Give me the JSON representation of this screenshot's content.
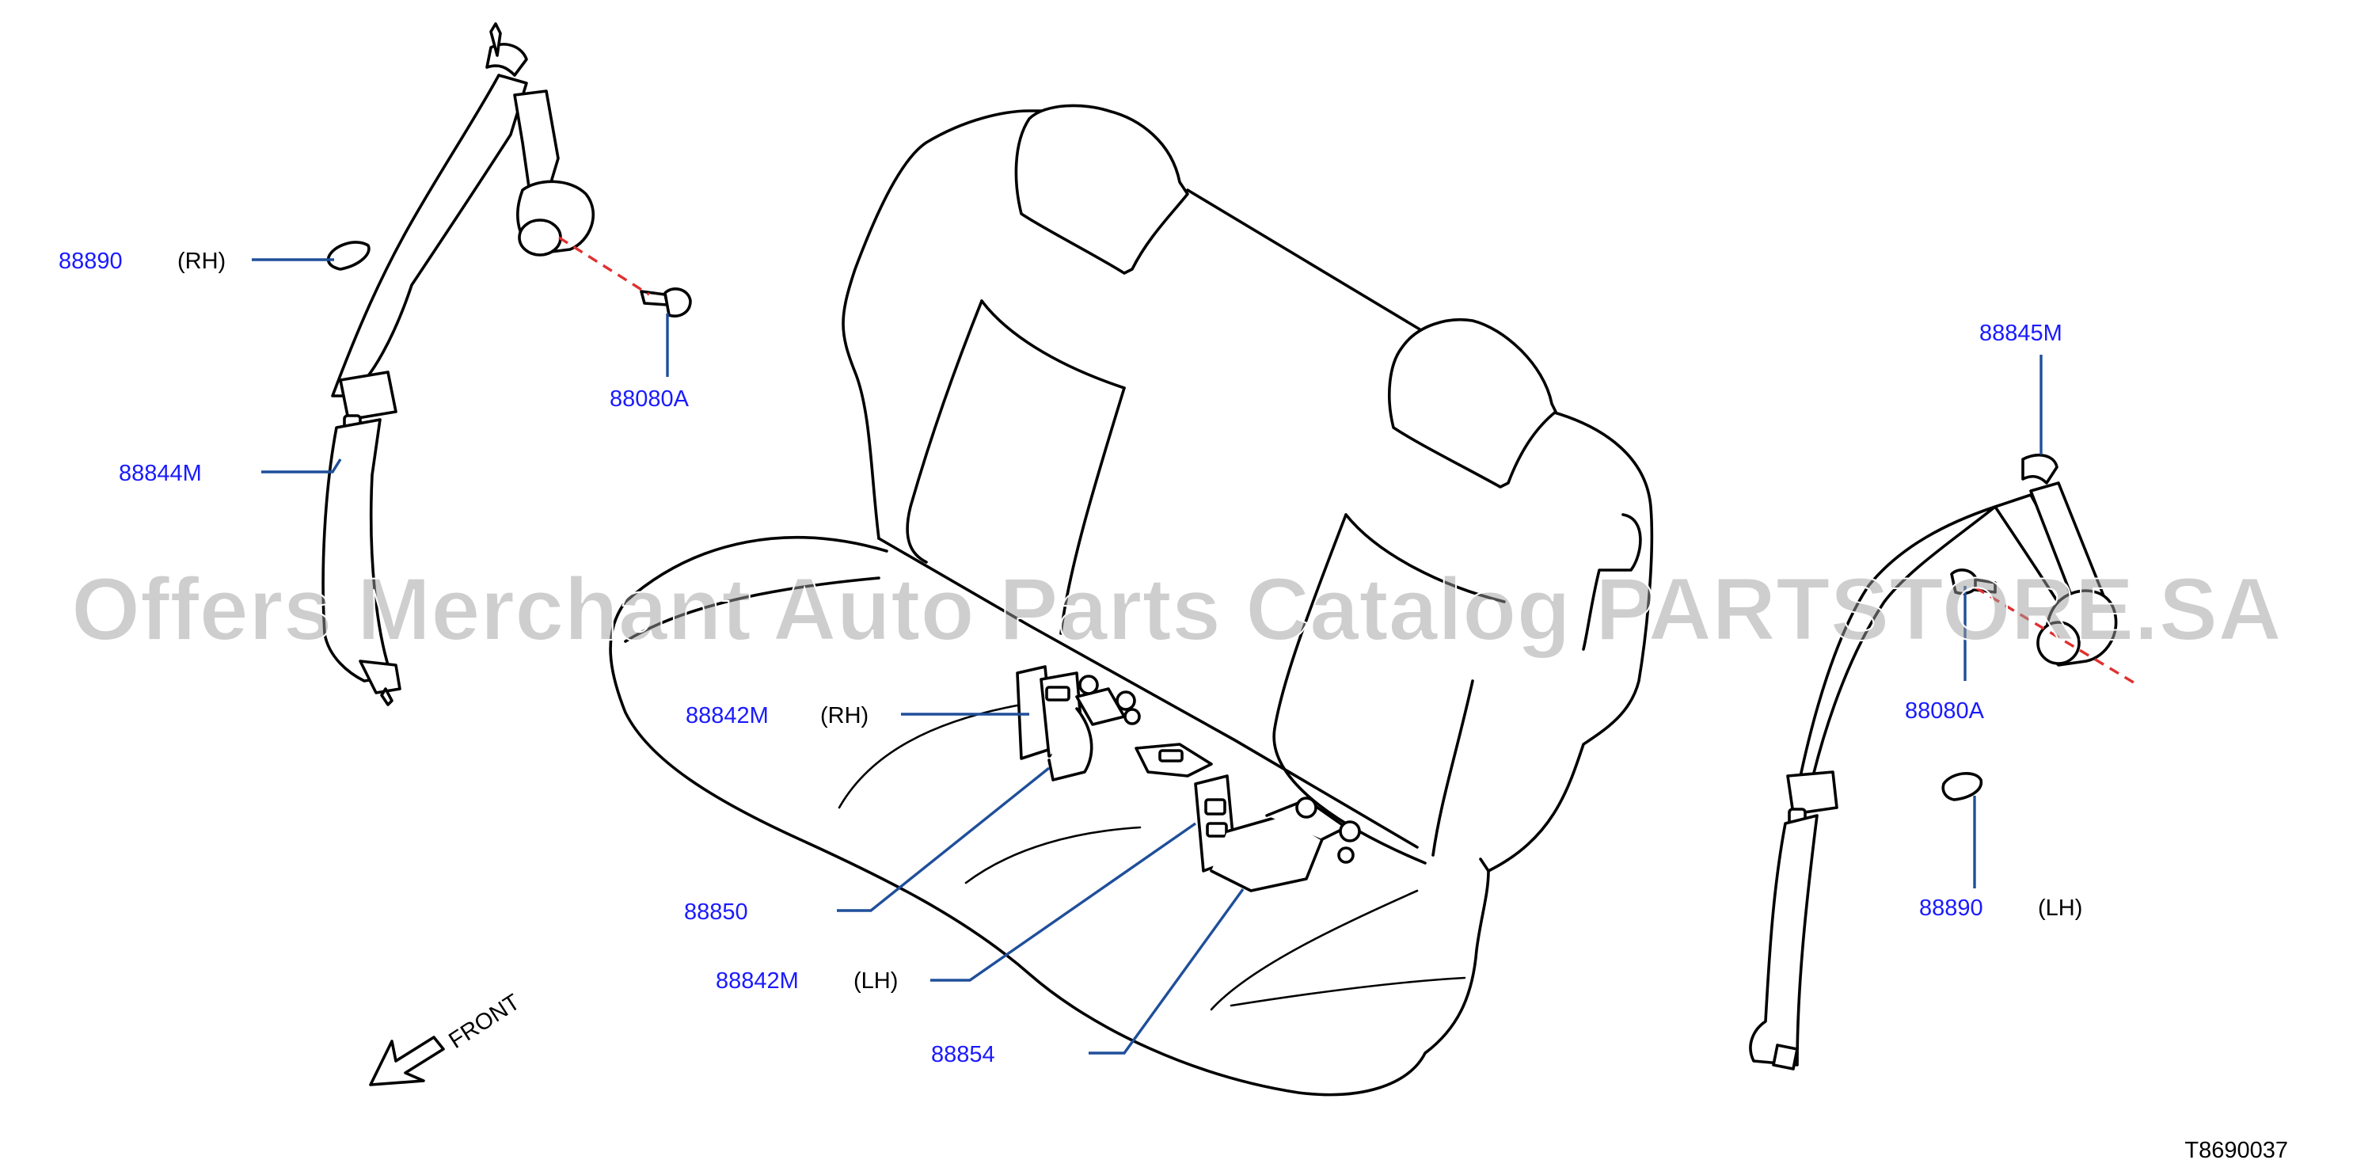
{
  "watermark": "Offers Merchant Auto Parts Catalog PARTSTORE.SA",
  "diagram_code": "T8690037",
  "front_label": "FRONT",
  "callouts": {
    "c1": {
      "part": "88890",
      "side": "(RH)"
    },
    "c2": {
      "part": "88080A"
    },
    "c3": {
      "part": "88844M"
    },
    "c4": {
      "part": "88845M"
    },
    "c5": {
      "part": "88080A"
    },
    "c6": {
      "part": "88890",
      "side": "(LH)"
    },
    "c7": {
      "part": "88842M",
      "side": "(RH)"
    },
    "c8": {
      "part": "88850"
    },
    "c9": {
      "part": "88842M",
      "side": "(LH)"
    },
    "c10": {
      "part": "88854"
    }
  },
  "colors": {
    "part_number": "#1a1aff",
    "leader": "#1f4f9a",
    "center_line": "#e03030",
    "line_art": "#000000"
  }
}
